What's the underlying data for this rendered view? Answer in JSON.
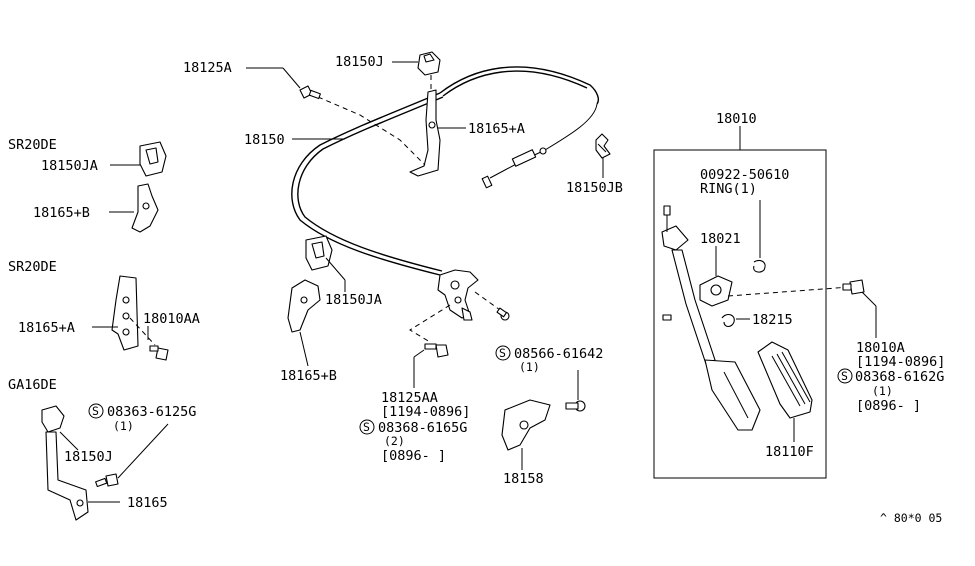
{
  "labels": {
    "p18125A": "18125A",
    "p18150J_top": "18150J",
    "p18150": "18150",
    "p18165A_top": "18165+A",
    "p18150JB": "18150JB",
    "p18010": "18010",
    "ring_part": "00922-50610",
    "ring_name": "RING(1)",
    "p18021": "18021",
    "p18215": "18215",
    "p18010A": "18010A",
    "p18010A_date": "[1194-0896]",
    "s08368_6162G": "08368-6162G",
    "s08368_6162G_qty": "(1)",
    "s08368_6162G_date": "[0896-    ]",
    "p18110F": "18110F",
    "p18150JA_mid": "18150JA",
    "p18165B_mid": "18165+B",
    "p18125AA": "18125AA",
    "p18125AA_date": "[1194-0896]",
    "s08368_6165G": "08368-6165G",
    "s08368_6165G_qty": "(2)",
    "s08368_6165G_date": "[0896-    ]",
    "s08566_61642": "08566-61642",
    "s08566_61642_qty": "(1)",
    "p18158": "18158",
    "engine1": "SR20DE",
    "p18150JA_left": "18150JA",
    "p18165B_left": "18165+B",
    "engine2": "SR20DE",
    "p18165A_left": "18165+A",
    "p18010AA": "18010AA",
    "engine3": "GA16DE",
    "s08363_6125G": "08363-6125G",
    "s08363_6125G_qty": "(1)",
    "p18150J_left": "18150J",
    "p18165": "18165",
    "footer_code": "^ 80*0 05",
    "screw_symbol": "S"
  }
}
